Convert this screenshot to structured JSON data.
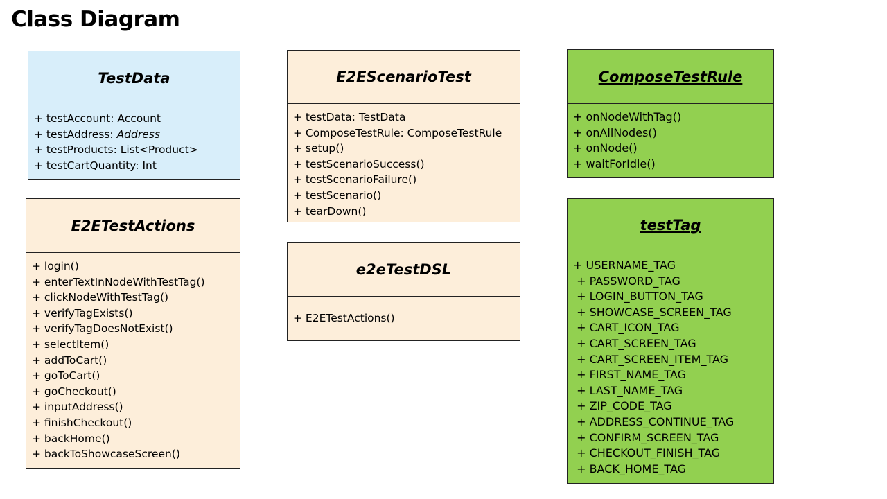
{
  "title": "Class Diagram",
  "classes": {
    "test_data": {
      "name": "TestData",
      "members": [
        "+ testAccount: Account",
        "+ testAddress: ",
        "+ testProducts: List<Product>",
        "+ testCartQuantity: Int"
      ],
      "address_type": "Address"
    },
    "e2e_scenario_test": {
      "name": "E2EScenarioTest",
      "members": [
        "+ testData: TestData",
        "+ ComposeTestRule: ComposeTestRule",
        "+ setup()",
        "+ testScenarioSuccess()",
        "+ testScenarioFailure()",
        "+ testScenario()",
        "+ tearDown()"
      ]
    },
    "compose_test_rule": {
      "name": "ComposeTestRule",
      "members": [
        "+ onNodeWithTag()",
        "+ onAllNodes()",
        "+ onNode()",
        "+ waitForIdle()"
      ]
    },
    "e2e_test_actions": {
      "name": "E2ETestActions",
      "members": [
        "+ login()",
        "+ enterTextInNodeWithTestTag()",
        "+ clickNodeWithTestTag()",
        "+ verifyTagExists()",
        "+ verifyTagDoesNotExist()",
        "+ selectItem()",
        "+ addToCart()",
        "+ goToCart()",
        "+ goCheckout()",
        "+ inputAddress()",
        "+ finishCheckout()",
        "+ backHome()",
        "+ backToShowcaseScreen()"
      ]
    },
    "e2e_test_dsl": {
      "name": "e2eTestDSL",
      "members": [
        "+ E2ETestActions()"
      ]
    },
    "test_tag": {
      "name": "testTag",
      "members": [
        "+ USERNAME_TAG",
        " + PASSWORD_TAG",
        " + LOGIN_BUTTON_TAG",
        " + SHOWCASE_SCREEN_TAG",
        " + CART_ICON_TAG",
        " + CART_SCREEN_TAG",
        " + CART_SCREEN_ITEM_TAG",
        " + FIRST_NAME_TAG",
        " + LAST_NAME_TAG",
        " + ZIP_CODE_TAG",
        " + ADDRESS_CONTINUE_TAG",
        " + CONFIRM_SCREEN_TAG",
        " + CHECKOUT_FINISH_TAG",
        " + BACK_HOME_TAG"
      ]
    }
  },
  "colors": {
    "data_class": "#d8eefa",
    "test_class": "#fdeeda",
    "framework_class": "#92d050"
  }
}
